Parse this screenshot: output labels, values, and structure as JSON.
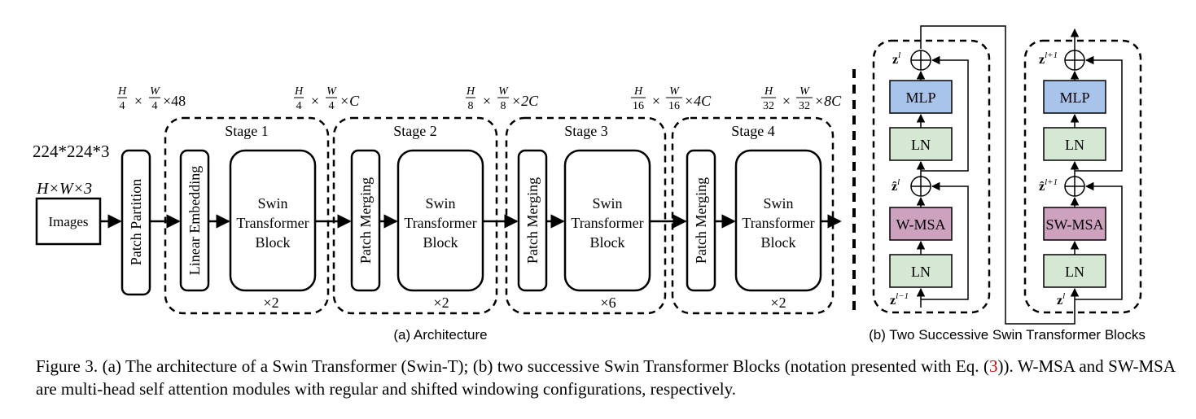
{
  "architecture": {
    "input_label": "224*224*3",
    "input_dims": "H×W×3",
    "images": "Images",
    "patch_partition": "Patch Partition",
    "linear_embedding": "Linear Embedding",
    "patch_merging": "Patch Merging",
    "swin_line1": "Swin",
    "swin_line2": "Transformer",
    "swin_line3": "Block",
    "stages": [
      {
        "name": "Stage 1",
        "repeat": "×2",
        "dim_rest": "×C"
      },
      {
        "name": "Stage 2",
        "repeat": "×2",
        "dim_rest": "×2C"
      },
      {
        "name": "Stage 3",
        "repeat": "×6",
        "dim_rest": "×4C"
      },
      {
        "name": "Stage 4",
        "repeat": "×2",
        "dim_rest": "×8C"
      }
    ],
    "pp_dim_rest": "×48",
    "fractions": {
      "pp": [
        "H",
        "4",
        "W",
        "4"
      ],
      "s1": [
        "H",
        "4",
        "W",
        "4"
      ],
      "s2": [
        "H",
        "8",
        "W",
        "8"
      ],
      "s3": [
        "H",
        "16",
        "W",
        "16"
      ],
      "s4": [
        "H",
        "32",
        "W",
        "32"
      ]
    },
    "times": "×",
    "subcaption": "(a) Architecture"
  },
  "blocks": {
    "mlp": "MLP",
    "ln": "LN",
    "wmsa": "W-MSA",
    "swmsa": "SW-MSA",
    "z": "z",
    "zhat": "ẑ",
    "sup_l": "l",
    "sup_l1": "l+1",
    "sup_lm1": "l−1",
    "subcaption": "(b) Two Successive Swin Transformer Blocks",
    "colors": {
      "mlp": "#a9c4eb",
      "ln": "#d5e8d4",
      "msa": "#cda2be"
    }
  },
  "caption": {
    "text1": "Figure 3. (a) The architecture of a Swin Transformer (Swin-T); (b) two successive Swin Transformer Blocks (notation presented with Eq. (",
    "ref": "3",
    "text2": ")). W-MSA and SW-MSA are multi-head self attention modules with regular and shifted windowing configurations, respectively."
  }
}
